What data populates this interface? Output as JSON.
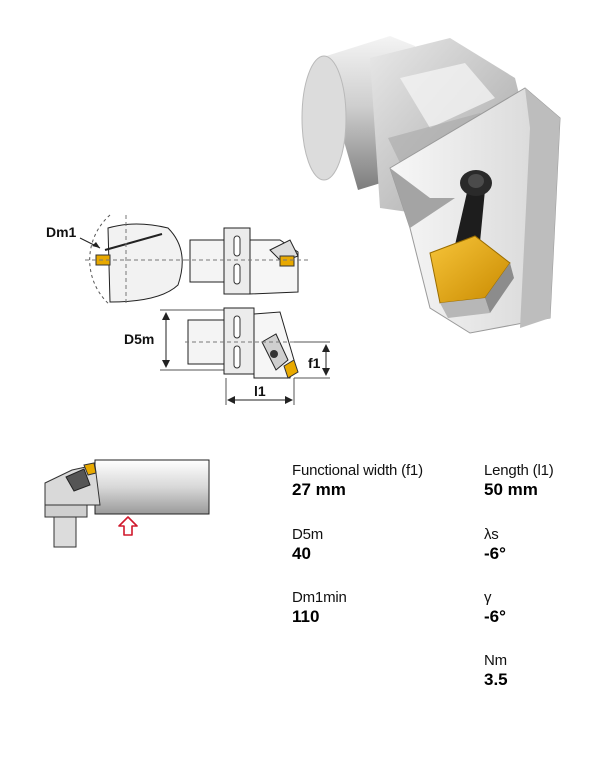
{
  "drawing_labels": {
    "dm1": "Dm1",
    "d5m": "D5m",
    "f1": "f1",
    "l1": "l1"
  },
  "specs": [
    {
      "label": "Functional width (f1)",
      "value": "27 mm"
    },
    {
      "label": "Length (l1)",
      "value": "50 mm"
    },
    {
      "label": "D5m",
      "value": "40"
    },
    {
      "label": "λs",
      "value": "-6°"
    },
    {
      "label": "Dm1min",
      "value": "110"
    },
    {
      "label": "γ",
      "value": "-6°"
    },
    {
      "label": "Nm",
      "value": "3.5"
    }
  ],
  "colors": {
    "insert_gold": "#E8A900",
    "arrow_red": "#D0182C",
    "steel_light": "#E4E4E4",
    "steel_dark": "#8C8C8C"
  },
  "icons": {
    "feed_arrow": "up-arrow-outline-icon"
  }
}
